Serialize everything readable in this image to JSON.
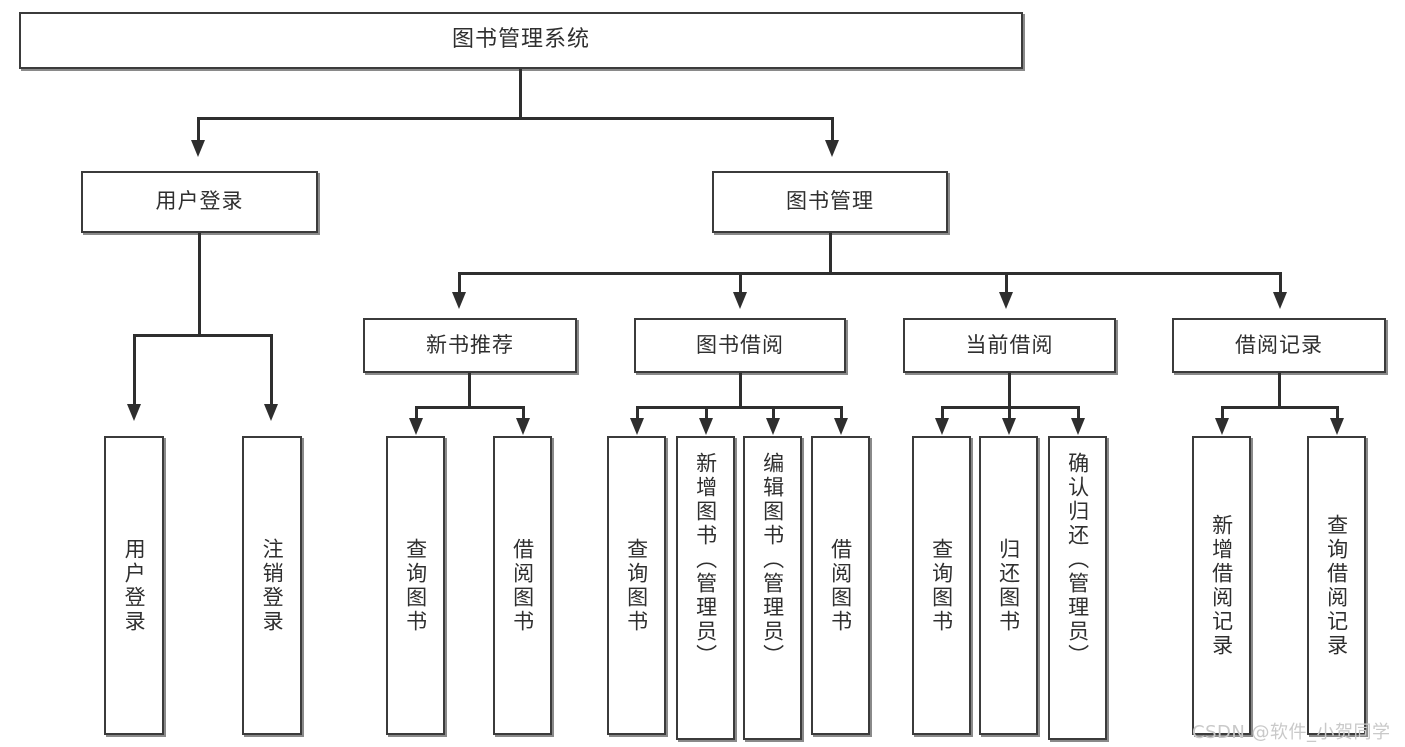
{
  "diagram": {
    "type": "tree-hierarchy",
    "title": "图书管理系统",
    "root": {
      "id": "root",
      "label": "图书管理系统",
      "level": 0
    },
    "level1": [
      {
        "id": "user-login",
        "label": "用户登录"
      },
      {
        "id": "book-manage",
        "label": "图书管理"
      }
    ],
    "level2": [
      {
        "id": "new-book-recommend",
        "label": "新书推荐",
        "parent": "book-manage"
      },
      {
        "id": "book-borrow",
        "label": "图书借阅",
        "parent": "book-manage"
      },
      {
        "id": "current-borrow",
        "label": "当前借阅",
        "parent": "book-manage"
      },
      {
        "id": "borrow-record",
        "label": "借阅记录",
        "parent": "book-manage"
      }
    ],
    "leaves": [
      {
        "id": "leaf-user-login",
        "label": "用户登录",
        "parent": "user-login"
      },
      {
        "id": "leaf-user-logout",
        "label": "注销登录",
        "parent": "user-login"
      },
      {
        "id": "leaf-query-book-1",
        "label": "查询图书",
        "parent": "new-book-recommend"
      },
      {
        "id": "leaf-borrow-book-1",
        "label": "借阅图书",
        "parent": "new-book-recommend"
      },
      {
        "id": "leaf-query-book-2",
        "label": "查询图书",
        "parent": "book-borrow"
      },
      {
        "id": "leaf-add-book",
        "label": "新增图书（管理员）",
        "parent": "book-borrow"
      },
      {
        "id": "leaf-edit-book",
        "label": "编辑图书（管理员）",
        "parent": "book-borrow"
      },
      {
        "id": "leaf-borrow-book-2",
        "label": "借阅图书",
        "parent": "book-borrow"
      },
      {
        "id": "leaf-query-book-3",
        "label": "查询图书",
        "parent": "current-borrow"
      },
      {
        "id": "leaf-return-book",
        "label": "归还图书",
        "parent": "current-borrow"
      },
      {
        "id": "leaf-confirm-return",
        "label": "确认归还（管理员）",
        "parent": "current-borrow"
      },
      {
        "id": "leaf-add-record",
        "label": "新增借阅记录",
        "parent": "borrow-record"
      },
      {
        "id": "leaf-query-record",
        "label": "查询借阅记录",
        "parent": "borrow-record"
      }
    ]
  },
  "watermark": {
    "text": "CSDN @软件_小贺同学"
  },
  "colors": {
    "box_border": "#3b3b3b",
    "box_shadow": "#8a8a8a",
    "connector": "#2e2e2e",
    "text": "#2f2f2f",
    "background": "#ffffff",
    "watermark": "#c9c9c9"
  }
}
